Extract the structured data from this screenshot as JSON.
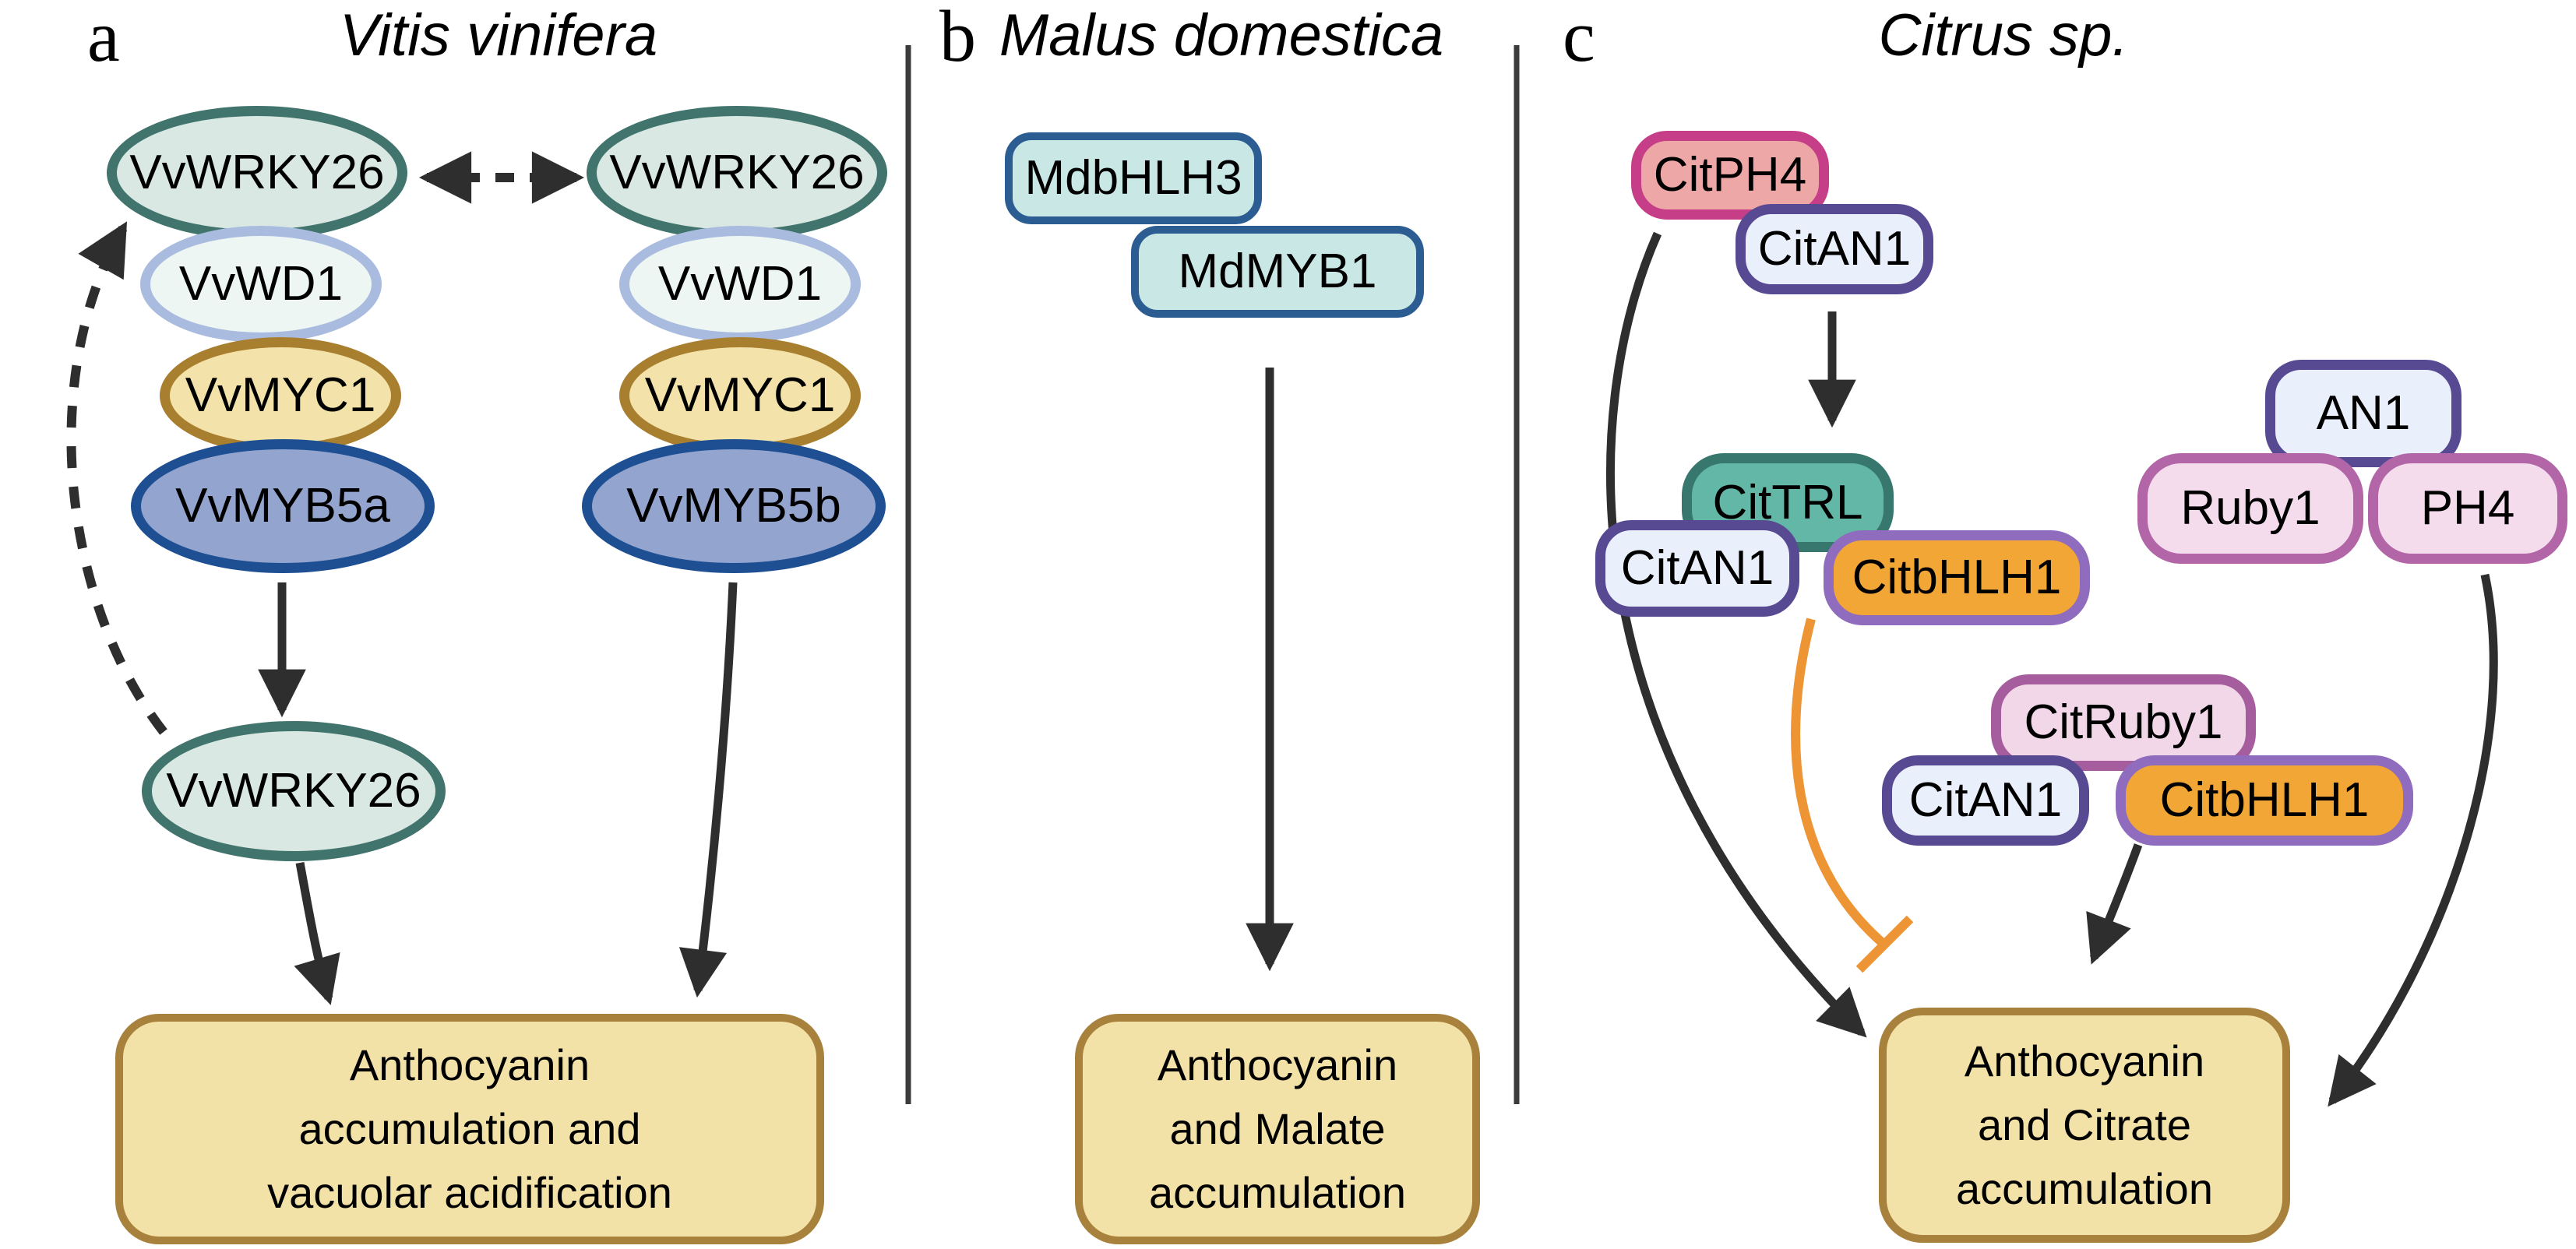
{
  "panels": {
    "a": {
      "letter": "a",
      "title": "Vitis vinifera",
      "nodes": {
        "wrky26_top_left": "VvWRKY26",
        "wd1_left": "VvWD1",
        "myc1_left": "VvMYC1",
        "myb5a": "VvMYB5a",
        "wrky26_top_right": "VvWRKY26",
        "wd1_right": "VvWD1",
        "myc1_right": "VvMYC1",
        "myb5b": "VvMYB5b",
        "wrky26_lower": "VvWRKY26"
      },
      "outcome_lines": [
        "Anthocyanin",
        "accumulation and",
        "vacuolar acidification"
      ]
    },
    "b": {
      "letter": "b",
      "title": "Malus domestica",
      "nodes": {
        "mdbhlh3": "MdbHLH3",
        "mdmyb1": "MdMYB1"
      },
      "outcome_lines": [
        "Anthocyanin",
        "and Malate",
        "accumulation"
      ]
    },
    "c": {
      "letter": "c",
      "title": "Citrus sp.",
      "nodes": {
        "citph4": "CitPH4",
        "citan1_top": "CitAN1",
        "cittrl": "CitTRL",
        "citan1_mid": "CitAN1",
        "citbhlh1_mid": "CitbHLH1",
        "an1": "AN1",
        "ruby1": "Ruby1",
        "ph4": "PH4",
        "citruby1": "CitRuby1",
        "citan1_bottom": "CitAN1",
        "citbhlh1_bottom": "CitbHLH1"
      },
      "outcome_lines": [
        "Anthocyanin",
        "and Citrate",
        "accumulation"
      ]
    }
  },
  "relationships": [
    {
      "panel": "a",
      "from": "VvWRKY26 (top left)",
      "to": "VvWRKY26 (top right)",
      "type": "dashed-double-arrow-interaction"
    },
    {
      "panel": "a",
      "from": "VvWRKY26 (lower)",
      "to": "VvWRKY26 (top left complex)",
      "type": "dashed-arrow-feedback"
    },
    {
      "panel": "a",
      "from": "VvWRKY26-VvWD1-VvMYC1-VvMYB5a complex",
      "to": "VvWRKY26 (lower)",
      "type": "activation-arrow"
    },
    {
      "panel": "a",
      "from": "VvWRKY26 (lower)",
      "to": "Anthocyanin accumulation and vacuolar acidification",
      "type": "activation-arrow"
    },
    {
      "panel": "a",
      "from": "VvWRKY26-VvWD1-VvMYC1-VvMYB5b complex",
      "to": "Anthocyanin accumulation and vacuolar acidification",
      "type": "activation-arrow"
    },
    {
      "panel": "b",
      "from": "MdbHLH3-MdMYB1 complex",
      "to": "Anthocyanin and Malate accumulation",
      "type": "activation-arrow"
    },
    {
      "panel": "c",
      "from": "CitPH4",
      "to": "Anthocyanin and Citrate accumulation",
      "type": "activation-arrow"
    },
    {
      "panel": "c",
      "from": "CitAN1 (top)",
      "to": "CitTRL-CitAN1-CitbHLH1 complex",
      "type": "activation-arrow"
    },
    {
      "panel": "c",
      "from": "CitTRL-CitAN1-CitbHLH1 complex",
      "to": "Anthocyanin and Citrate accumulation",
      "type": "inhibition-bar-orange"
    },
    {
      "panel": "c",
      "from": "CitRuby1-CitAN1-CitbHLH1 complex",
      "to": "Anthocyanin and Citrate accumulation",
      "type": "activation-arrow"
    },
    {
      "panel": "c",
      "from": "AN1-Ruby1-PH4 complex",
      "to": "Anthocyanin and Citrate accumulation",
      "type": "activation-arrow"
    }
  ],
  "colors": {
    "ink": "#2e2e2e",
    "divider": "#3b3b3b",
    "wrky_fill": "#d9e8e3",
    "wrky_border": "#41746c",
    "wd1_fill": "#edf6f3",
    "wd1_border": "#a9bcdf",
    "myc1_fill": "#f3e3aa",
    "myc1_border": "#a87e2f",
    "myb5_fill": "#93a5cf",
    "myb5_border": "#1d4f92",
    "outcome_fill": "#f3e2a7",
    "outcome_border": "#a8823d",
    "md_fill": "#c9e8e5",
    "md_border": "#2b5c92",
    "citph4_fill": "#eda7a6",
    "citph4_border": "#c63e88",
    "an1_fill": "#e9effb",
    "an1_border": "#584a92",
    "cittrl_fill": "#63b7a6",
    "cittrl_border": "#37776e",
    "citbhlh1_fill": "#f1a636",
    "citbhlh1_border": "#8f6cbe",
    "ruby_fill": "#f4dcec",
    "ruby_border": "#b266a8",
    "citruby1_fill": "#f1d7e8",
    "citruby1_border": "#a65d9d",
    "inhibition_orange": "#ed9434"
  }
}
